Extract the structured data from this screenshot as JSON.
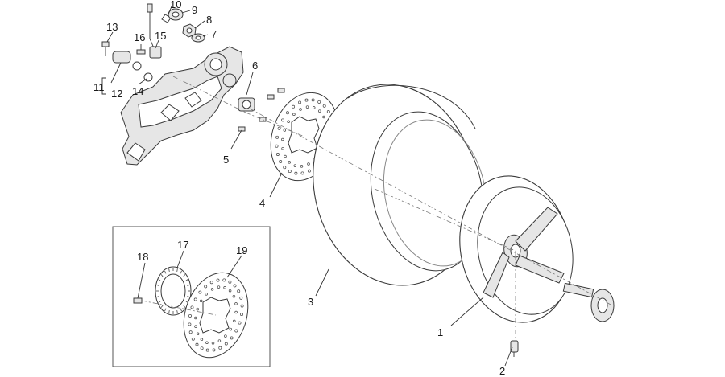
{
  "diagram": {
    "type": "exploded-parts-diagram",
    "callouts": {
      "c1": "1",
      "c2": "2",
      "c3": "3",
      "c4": "4",
      "c5": "5",
      "c6": "6",
      "c7": "7",
      "c8": "8",
      "c9": "9",
      "c10": "10",
      "c11": "11",
      "c12": "12",
      "c13": "13",
      "c14": "14",
      "c15": "15",
      "c16": "16",
      "c17": "17",
      "c18": "18",
      "c19": "19"
    }
  }
}
